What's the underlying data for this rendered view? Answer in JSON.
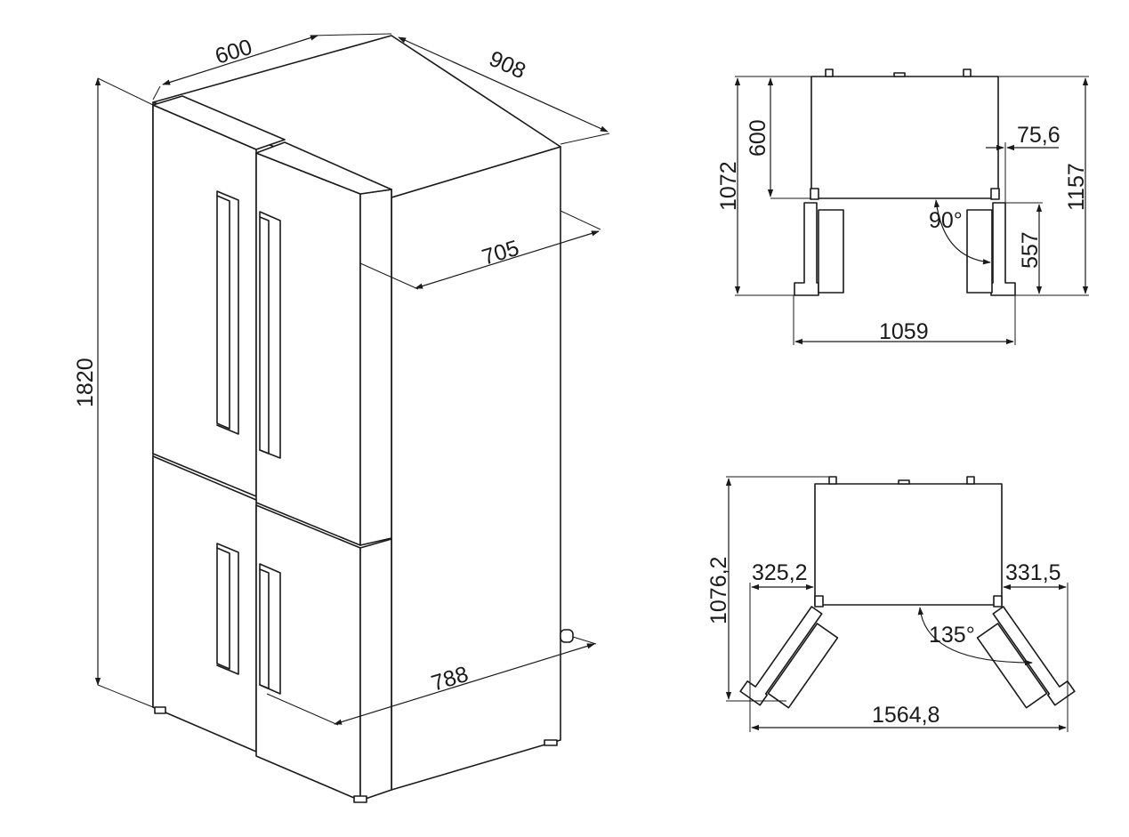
{
  "labels": {
    "width": "600",
    "depth_total": "908",
    "depth_body": "705",
    "open_depth": "788",
    "height": "1820",
    "top_depth": "600",
    "hinge_offset": "75,6",
    "side_total": "1072",
    "side_total2": "1157",
    "door_width": "557",
    "angle_90": "90°",
    "width_90": "1059",
    "side_135": "1076,2",
    "left_135": "325,2",
    "right_135": "331,5",
    "angle_135": "135°",
    "width_135": "1564,8"
  }
}
